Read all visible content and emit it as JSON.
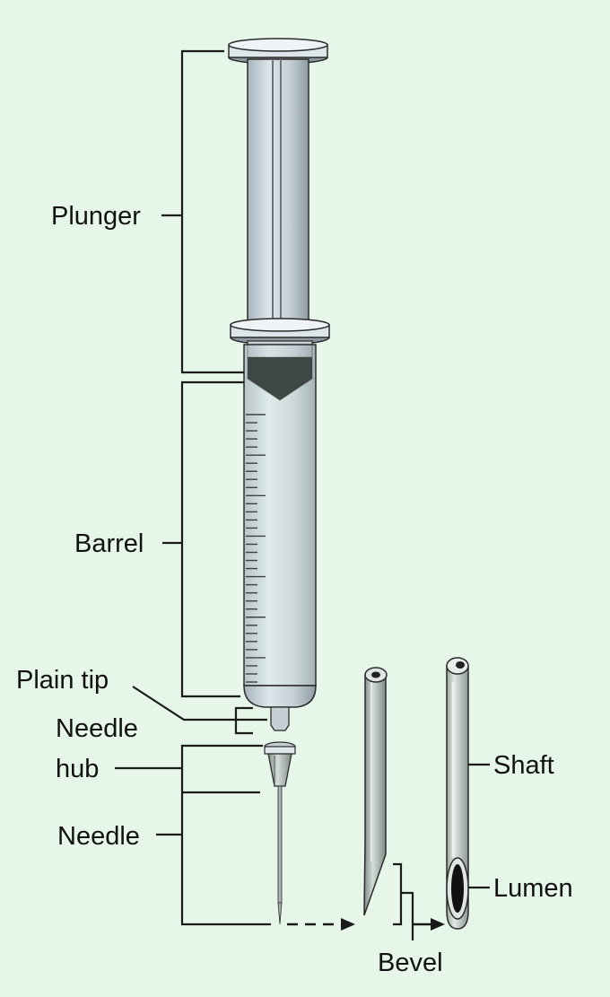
{
  "labels": {
    "plunger": "Plunger",
    "barrel": "Barrel",
    "plain_tip": "Plain tip",
    "needle_hub_line1": "Needle",
    "needle_hub_line2": "hub",
    "needle": "Needle",
    "shaft": "Shaft",
    "lumen": "Lumen",
    "bevel": "Bevel"
  },
  "colors": {
    "background": "#e6f7e9",
    "barrel_fill": "#bcc8d0",
    "barrel_light": "#dde6ea",
    "steel": "#a8b3b0",
    "dark_seal": "#3f4744",
    "line": "#1a1a1a"
  },
  "barrel_graduation_count": 34
}
